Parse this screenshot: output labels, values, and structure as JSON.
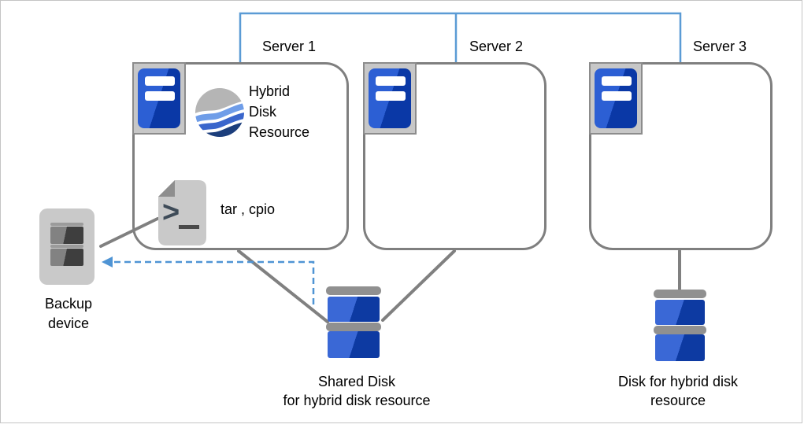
{
  "colors": {
    "network_line_blue": "#5b9bd5",
    "connector_gray": "#808080",
    "box_border_gray": "#7f7f7f",
    "disk_blue_light": "#3a68d6",
    "disk_blue_dark": "#0d3aa2"
  },
  "servers": [
    {
      "label": "Server 1"
    },
    {
      "label": "Server 2"
    },
    {
      "label": "Server 3"
    }
  ],
  "hybrid_disk_resource": {
    "lines": [
      "Hybrid",
      "Disk",
      "Resource"
    ]
  },
  "script_file": {
    "glyph": ">",
    "label": "tar , cpio"
  },
  "backup_device": {
    "lines": [
      "Backup",
      "device"
    ]
  },
  "shared_disk": {
    "lines": [
      "Shared Disk",
      "for hybrid disk resource"
    ]
  },
  "hybrid_disk": {
    "lines": [
      "Disk for hybrid disk",
      "resource"
    ]
  }
}
